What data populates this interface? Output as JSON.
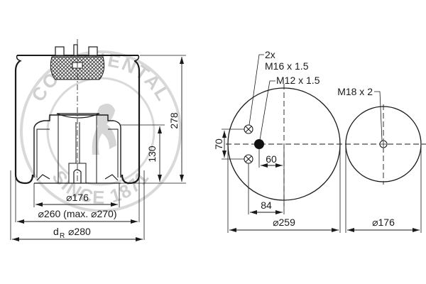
{
  "watermark": {
    "top_text": "CONTINENTAL",
    "bottom_text": "SINCE 1871",
    "color": "#cfcfcf"
  },
  "side_view": {
    "height_total": "278",
    "height_piston": "130",
    "piston_diameter": "⌀176",
    "bellow_diameter": "⌀260 (max. ⌀270)",
    "dr_label": "d",
    "dr_subscript": "R",
    "dr_value": "⌀280"
  },
  "top_plate_view": {
    "callout_count": "2x",
    "callout_studs": "M16 x 1.5",
    "callout_air": "M12 x 1.5",
    "dim_vertical": "70",
    "dim_offset_air": "60",
    "dim_offset_studs": "84",
    "diameter": "⌀259"
  },
  "piston_bottom_view": {
    "callout_thread": "M18 x 2",
    "diameter": "⌀176"
  }
}
